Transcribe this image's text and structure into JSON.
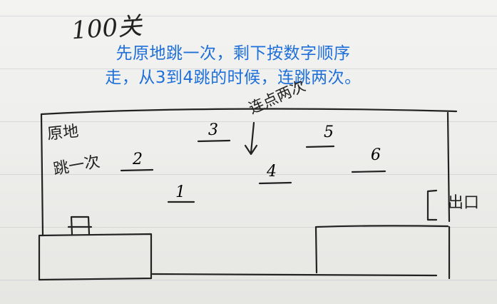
{
  "heading": "100关",
  "instruction": {
    "line1": "先原地跳一次，剩下按数字顺序",
    "line2": "走，从3到4跳的时候，连跳两次。"
  },
  "start_note": {
    "line1": "原地",
    "line2": "跳一次"
  },
  "double_jump_note": "连点两次",
  "exit_label": "出口",
  "platforms": [
    "1",
    "2",
    "3",
    "4",
    "5",
    "6"
  ],
  "colors": {
    "instruction_text": "#1e6fd9",
    "ink": "#222222",
    "paper": "#eeeeec"
  }
}
